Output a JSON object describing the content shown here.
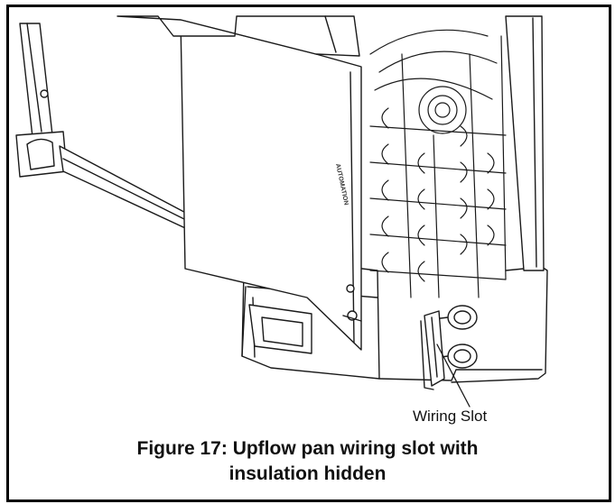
{
  "callout": {
    "label": "Wiring Slot"
  },
  "caption": {
    "line1": "Figure 17: Upflow pan wiring slot with",
    "line2": "insulation hidden"
  },
  "coil_plate_text": "AUTOMATION",
  "colors": {
    "line": "#1a1a1a",
    "fill": "#ffffff",
    "shade": "#d9d9d9"
  }
}
